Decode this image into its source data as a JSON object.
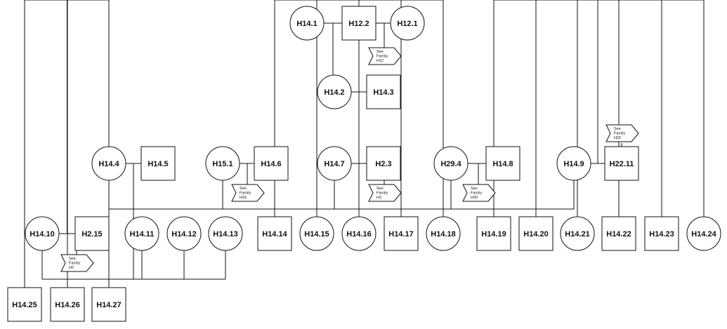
{
  "diagram": {
    "type": "family-pedigree",
    "nodes": [
      {
        "id": "H14.1",
        "label": "H14.1",
        "shape": "circle"
      },
      {
        "id": "H12.2",
        "label": "H12.2",
        "shape": "square"
      },
      {
        "id": "H12.1",
        "label": "H12.1",
        "shape": "circle"
      },
      {
        "id": "H14.2",
        "label": "H14.2",
        "shape": "circle"
      },
      {
        "id": "H14.3",
        "label": "H14.3",
        "shape": "square"
      },
      {
        "id": "H14.4",
        "label": "H14.4",
        "shape": "circle"
      },
      {
        "id": "H14.5",
        "label": "H14.5",
        "shape": "square"
      },
      {
        "id": "H15.1",
        "label": "H15.1",
        "shape": "circle"
      },
      {
        "id": "H14.6",
        "label": "H14.6",
        "shape": "square"
      },
      {
        "id": "H14.7",
        "label": "H14.7",
        "shape": "circle"
      },
      {
        "id": "H2.3",
        "label": "H2.3",
        "shape": "square"
      },
      {
        "id": "H29.4",
        "label": "H29.4",
        "shape": "circle"
      },
      {
        "id": "H14.8",
        "label": "H14.8",
        "shape": "square"
      },
      {
        "id": "H14.9",
        "label": "H14.9",
        "shape": "circle"
      },
      {
        "id": "H22.11",
        "label": "H22.11",
        "shape": "square"
      },
      {
        "id": "H14.10",
        "label": "H14.10",
        "shape": "circle"
      },
      {
        "id": "H2.15",
        "label": "H2.15",
        "shape": "square"
      },
      {
        "id": "H14.11",
        "label": "H14.11",
        "shape": "circle"
      },
      {
        "id": "H14.12",
        "label": "H14.12",
        "shape": "circle"
      },
      {
        "id": "H14.13",
        "label": "H14.13",
        "shape": "circle"
      },
      {
        "id": "H14.14",
        "label": "H14.14",
        "shape": "square"
      },
      {
        "id": "H14.15",
        "label": "H14.15",
        "shape": "circle"
      },
      {
        "id": "H14.16",
        "label": "H14.16",
        "shape": "circle"
      },
      {
        "id": "H14.17",
        "label": "H14.17",
        "shape": "square"
      },
      {
        "id": "H14.18",
        "label": "H14.18",
        "shape": "circle"
      },
      {
        "id": "H14.19",
        "label": "H14.19",
        "shape": "square"
      },
      {
        "id": "H14.20",
        "label": "H14.20",
        "shape": "square"
      },
      {
        "id": "H14.21",
        "label": "H14.21",
        "shape": "circle"
      },
      {
        "id": "H14.22",
        "label": "H14.22",
        "shape": "square"
      },
      {
        "id": "H14.23",
        "label": "H14.23",
        "shape": "square"
      },
      {
        "id": "H14.24",
        "label": "H14.24",
        "shape": "circle"
      },
      {
        "id": "H14.25",
        "label": "H14.25",
        "shape": "square"
      },
      {
        "id": "H14.26",
        "label": "H14.26",
        "shape": "square"
      },
      {
        "id": "H14.27",
        "label": "H14.27",
        "shape": "square"
      }
    ],
    "couples": [
      {
        "a": "H14.1",
        "b": "H12.2",
        "children": [
          "H14.2"
        ]
      },
      {
        "a": "H12.2",
        "b": "H12.1",
        "children": []
      },
      {
        "a": "H14.2",
        "b": "H14.3",
        "children": [
          "H14.4",
          "H15.1",
          "H14.7",
          "H29.4",
          "H14.9"
        ]
      },
      {
        "a": "H14.4",
        "b": "H14.5",
        "children": [
          "H14.10",
          "H14.11",
          "H14.12",
          "H14.13"
        ]
      },
      {
        "a": "H15.1",
        "b": "H14.6",
        "children": []
      },
      {
        "a": "H14.7",
        "b": "H2.3",
        "children": [
          "H14.14",
          "H14.15",
          "H14.16",
          "H14.17",
          "H14.18"
        ]
      },
      {
        "a": "H29.4",
        "b": "H14.8",
        "children": []
      },
      {
        "a": "H14.9",
        "b": "H22.11",
        "children": [
          "H14.19",
          "H14.20",
          "H14.21",
          "H14.22",
          "H14.23",
          "H14.24"
        ]
      },
      {
        "a": "H14.10",
        "b": "H2.15",
        "children": [
          "H14.25",
          "H14.26",
          "H14.27"
        ]
      }
    ],
    "references": [
      {
        "attached_to": "H12.2-H12.1",
        "lines": [
          "See",
          "Family",
          "H12"
        ]
      },
      {
        "attached_to": "H15.1-H14.6",
        "lines": [
          "See",
          "Family",
          "H15"
        ]
      },
      {
        "attached_to": "H14.7-H2.3",
        "lines": [
          "See",
          "Family",
          "H2"
        ]
      },
      {
        "attached_to": "H29.4-H14.8",
        "lines": [
          "See",
          "Family",
          "H29"
        ]
      },
      {
        "attached_to": "H22.11",
        "lines": [
          "See",
          "Family",
          "H22"
        ]
      },
      {
        "attached_to": "H14.10-H2.15",
        "lines": [
          "See",
          "Family",
          "H2"
        ]
      }
    ]
  }
}
